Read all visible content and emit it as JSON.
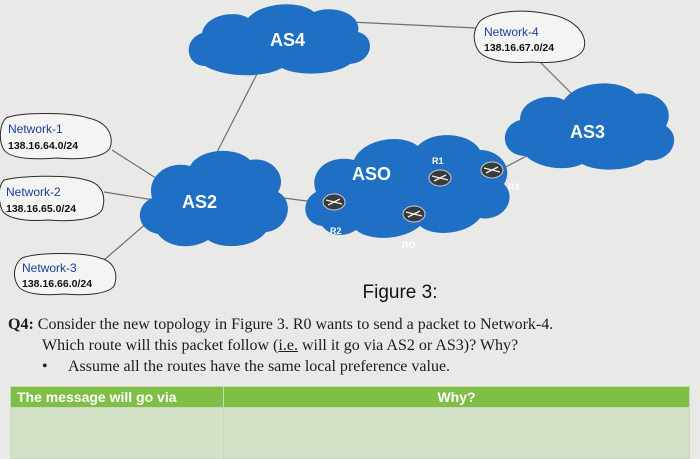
{
  "diagram": {
    "clouds": {
      "as4": "AS4",
      "as3": "AS3",
      "as2": "AS2",
      "as0": "ASO"
    },
    "networks": [
      {
        "name": "Network-1",
        "address": "138.16.64.0/24"
      },
      {
        "name": "Network-2",
        "address": "138.16.65.0/24"
      },
      {
        "name": "Network-3",
        "address": "138.16.66.0/24"
      },
      {
        "name": "Network-4",
        "address": "138.16.67.0/24"
      }
    ],
    "routers": {
      "r0": "RO",
      "r1": "R1",
      "r2": "R2",
      "r3": "R3"
    },
    "colors": {
      "cloud": "#1f6fc4",
      "cloud_dark": "#174f9c",
      "line": "#6f6f6f"
    }
  },
  "figure_caption": "Figure 3:",
  "question": {
    "number": "Q4:",
    "line1": "Consider the new topology in Figure 3. R0 wants to send a packet to Network-4.",
    "line2_before": "Which route will this packet follow (",
    "line2_ie": "i.e.",
    "line2_after": " will it go via AS2 or AS3)? Why?",
    "bullet": "Assume all the routes have the same local preference value."
  },
  "answer_table": {
    "col1_header": "The message will go via",
    "col2_header": "Why?"
  }
}
